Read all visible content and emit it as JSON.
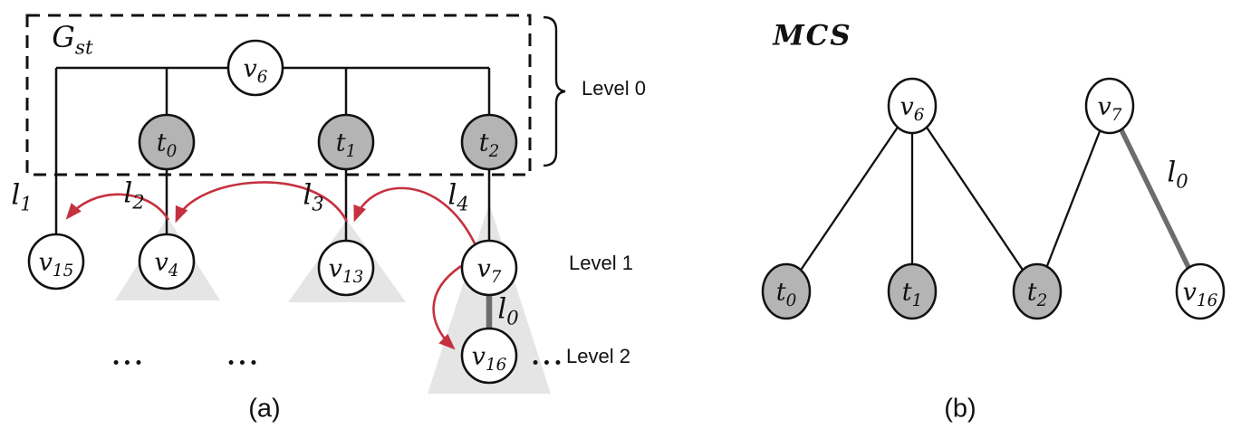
{
  "figure": {
    "colors": {
      "node_gray": "#b4b4b4",
      "triangle_gray": "#e5e5e5",
      "arrow_red": "#c5313f",
      "edge_gray": "#6d6d6d",
      "line_black": "#111111"
    },
    "panel_a": {
      "caption": "(a)",
      "graph_label": {
        "main": "G",
        "sub": "st"
      },
      "level_labels": [
        "Level 0",
        "Level 1",
        "Level 2"
      ],
      "ellipsis": "...",
      "nodes": {
        "v6": {
          "main": "v",
          "sub": "6"
        },
        "t0": {
          "main": "t",
          "sub": "0"
        },
        "t1": {
          "main": "t",
          "sub": "1"
        },
        "t2": {
          "main": "t",
          "sub": "2"
        },
        "v15": {
          "main": "v",
          "sub": "15"
        },
        "v4": {
          "main": "v",
          "sub": "4"
        },
        "v13": {
          "main": "v",
          "sub": "13"
        },
        "v7": {
          "main": "v",
          "sub": "7"
        },
        "v16": {
          "main": "v",
          "sub": "16"
        }
      },
      "edge_labels": {
        "l0": {
          "main": "l",
          "sub": "0"
        },
        "l1": {
          "main": "l",
          "sub": "1"
        },
        "l2": {
          "main": "l",
          "sub": "2"
        },
        "l3": {
          "main": "l",
          "sub": "3"
        },
        "l4": {
          "main": "l",
          "sub": "4"
        }
      }
    },
    "panel_b": {
      "caption": "(b)",
      "title": "MCS",
      "nodes": {
        "v6": {
          "main": "v",
          "sub": "6"
        },
        "v7": {
          "main": "v",
          "sub": "7"
        },
        "t0": {
          "main": "t",
          "sub": "0"
        },
        "t1": {
          "main": "t",
          "sub": "1"
        },
        "t2": {
          "main": "t",
          "sub": "2"
        },
        "v16": {
          "main": "v",
          "sub": "16"
        }
      },
      "edge_labels": {
        "l0": {
          "main": "l",
          "sub": "0"
        }
      }
    }
  }
}
